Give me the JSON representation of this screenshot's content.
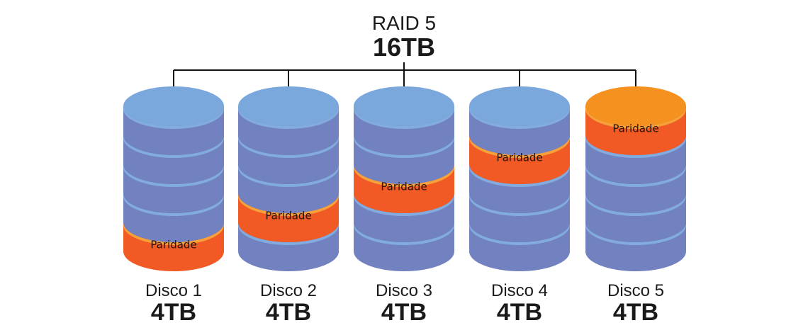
{
  "raid": {
    "title": "RAID 5",
    "capacity": "16TB"
  },
  "segment_label": "Paridade",
  "colors": {
    "data_top": "#7aa7dc",
    "data_body": "#7281c0",
    "data_seam": "#82acdf",
    "parity_top": "#f5911e",
    "parity_body": "#f15a24",
    "parity_seam": "#f7a13a",
    "line": "#111111"
  },
  "disks": [
    {
      "name": "Disco 1",
      "capacity": "4TB",
      "parity_segment": 5
    },
    {
      "name": "Disco 2",
      "capacity": "4TB",
      "parity_segment": 4
    },
    {
      "name": "Disco 3",
      "capacity": "4TB",
      "parity_segment": 3
    },
    {
      "name": "Disco 4",
      "capacity": "4TB",
      "parity_segment": 2
    },
    {
      "name": "Disco 5",
      "capacity": "4TB",
      "parity_segment": 1
    }
  ]
}
